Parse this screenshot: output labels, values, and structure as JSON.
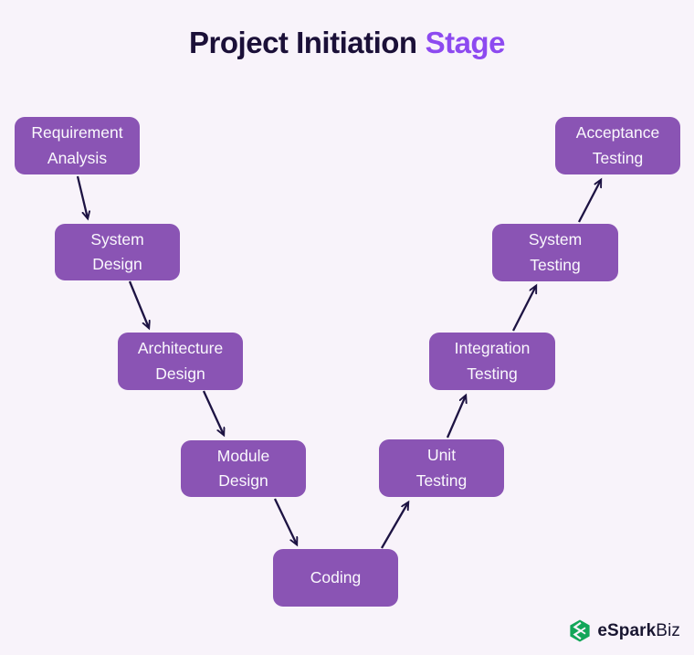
{
  "title": {
    "main": "Project Initiation",
    "accent": "Stage"
  },
  "diagram": {
    "nodes": [
      {
        "id": "requirement-analysis",
        "label": "Requirement Analysis"
      },
      {
        "id": "system-design",
        "label": "System Design"
      },
      {
        "id": "architecture-design",
        "label": "Architecture Design"
      },
      {
        "id": "module-design",
        "label": "Module Design"
      },
      {
        "id": "coding",
        "label": "Coding"
      },
      {
        "id": "unit-testing",
        "label": "Unit Testing"
      },
      {
        "id": "integration-testing",
        "label": "Integration Testing"
      },
      {
        "id": "system-testing",
        "label": "System Testing"
      },
      {
        "id": "acceptance-testing",
        "label": "Acceptance Testing"
      }
    ],
    "edges": [
      {
        "from": "requirement-analysis",
        "to": "system-design"
      },
      {
        "from": "system-design",
        "to": "architecture-design"
      },
      {
        "from": "architecture-design",
        "to": "module-design"
      },
      {
        "from": "module-design",
        "to": "coding"
      },
      {
        "from": "coding",
        "to": "unit-testing"
      },
      {
        "from": "unit-testing",
        "to": "integration-testing"
      },
      {
        "from": "integration-testing",
        "to": "system-testing"
      },
      {
        "from": "system-testing",
        "to": "acceptance-testing"
      }
    ]
  },
  "branding": {
    "logo_bold": "eSpark",
    "logo_light": "Biz"
  },
  "colors": {
    "background": "#f8f3fa",
    "node_fill": "#8a54b4",
    "node_text": "#faf8fd",
    "title_main": "#1b1038",
    "title_accent": "#8d4af0",
    "arrow": "#1d1343",
    "logo_green": "#12a659",
    "logo_text": "#191631"
  }
}
